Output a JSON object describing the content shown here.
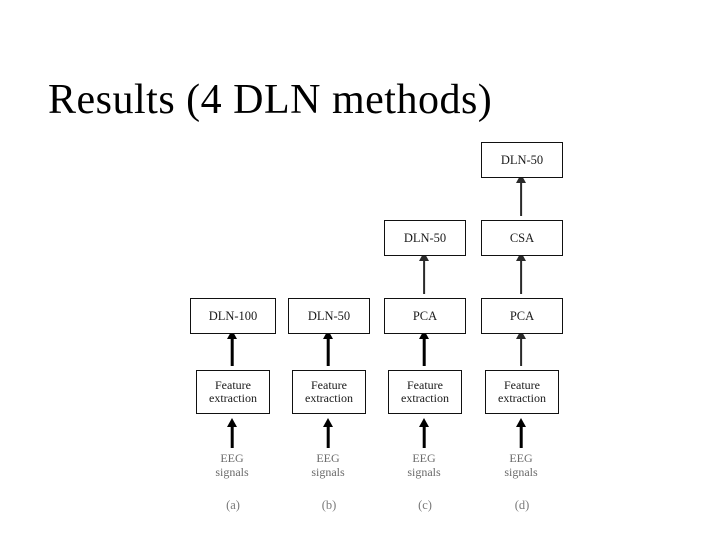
{
  "slide": {
    "title": "Results (4 DLN methods)"
  },
  "diagram": {
    "type": "flowchart",
    "description": "Four parallel vertical pipelines (a)-(d) processing EEG signals",
    "columns": [
      {
        "caption": "(a)",
        "nodes": [
          {
            "name": "eeg-signals",
            "lines": [
              "EEG",
              "signals"
            ],
            "boxed": false
          },
          {
            "name": "feature-extraction",
            "lines": [
              "Feature",
              "extraction"
            ],
            "boxed": true
          },
          {
            "name": "dln-100",
            "lines": [
              "DLN-100"
            ],
            "boxed": true
          }
        ]
      },
      {
        "caption": "(b)",
        "nodes": [
          {
            "name": "eeg-signals",
            "lines": [
              "EEG",
              "signals"
            ],
            "boxed": false
          },
          {
            "name": "feature-extraction",
            "lines": [
              "Feature",
              "extraction"
            ],
            "boxed": true
          },
          {
            "name": "dln-50",
            "lines": [
              "DLN-50"
            ],
            "boxed": true
          }
        ]
      },
      {
        "caption": "(c)",
        "nodes": [
          {
            "name": "eeg-signals",
            "lines": [
              "EEG",
              "signals"
            ],
            "boxed": false
          },
          {
            "name": "feature-extraction",
            "lines": [
              "Feature",
              "extraction"
            ],
            "boxed": true
          },
          {
            "name": "pca",
            "lines": [
              "PCA"
            ],
            "boxed": true
          },
          {
            "name": "dln-50",
            "lines": [
              "DLN-50"
            ],
            "boxed": true
          }
        ]
      },
      {
        "caption": "(d)",
        "nodes": [
          {
            "name": "eeg-signals",
            "lines": [
              "EEG",
              "signals"
            ],
            "boxed": false
          },
          {
            "name": "feature-extraction",
            "lines": [
              "Feature",
              "extraction"
            ],
            "boxed": true
          },
          {
            "name": "pca",
            "lines": [
              "PCA"
            ],
            "boxed": true
          },
          {
            "name": "csa",
            "lines": [
              "CSA"
            ],
            "boxed": true
          },
          {
            "name": "dln-50",
            "lines": [
              "DLN-50"
            ],
            "boxed": true
          }
        ]
      }
    ],
    "labels": {
      "eeg_line1": "EEG",
      "eeg_line2": "signals",
      "feature_line1": "Feature",
      "feature_line2": "extraction",
      "dln100": "DLN-100",
      "dln50": "DLN-50",
      "pca": "PCA",
      "csa": "CSA",
      "caption_a": "(a)",
      "caption_b": "(b)",
      "caption_c": "(c)",
      "caption_d": "(d)"
    },
    "colors": {
      "box_border": "#111111",
      "arrow": "#000000",
      "text": "#1a1a1a",
      "faded_text": "#6a6a6a",
      "background": "#ffffff"
    }
  }
}
